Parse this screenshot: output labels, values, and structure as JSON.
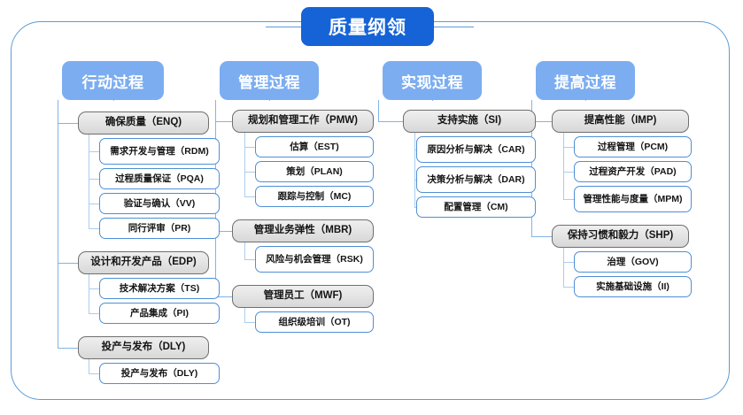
{
  "title": "质量纲领",
  "colors": {
    "frame_border": "#5b9bd5",
    "title_bg": "#1563d6",
    "column_header_bg": "#7cadf0",
    "group_border": "#6f6f6f",
    "leaf_border": "#4e8fd6",
    "connector": "#82b3e8"
  },
  "columns": [
    {
      "header": "行动过程",
      "groups": [
        {
          "label": "确保质量（ENQ)",
          "children": [
            "需求开发与管理（RDM)",
            "过程质量保证（PQA)",
            "验证与确认（VV)",
            "同行评审（PR)"
          ]
        },
        {
          "label": "设计和开发产品（EDP)",
          "children": [
            "技术解决方案（TS)",
            "产品集成（PI)"
          ]
        },
        {
          "label": "投产与发布（DLY)",
          "children": [
            "投产与发布（DLY)"
          ]
        }
      ]
    },
    {
      "header": "管理过程",
      "groups": [
        {
          "label": "规划和管理工作（PMW)",
          "children": [
            "估算（EST)",
            "策划（PLAN)",
            "跟踪与控制（MC)"
          ]
        },
        {
          "label": "管理业务弹性（MBR)",
          "children": [
            "风险与机会管理（RSK)"
          ]
        },
        {
          "label": "管理员工（MWF)",
          "children": [
            "组织级培训（OT)"
          ]
        }
      ]
    },
    {
      "header": "实现过程",
      "groups": [
        {
          "label": "支持实施（SI)",
          "children": [
            "原因分析与解决（CAR)",
            "决策分析与解决（DAR)",
            "配置管理（CM)"
          ]
        }
      ]
    },
    {
      "header": "提高过程",
      "groups": [
        {
          "label": "提高性能（IMP)",
          "children": [
            "过程管理（PCM)",
            "过程资产开发（PAD)",
            "管理性能与度量（MPM)"
          ]
        },
        {
          "label": "保持习惯和毅力（SHP)",
          "children": [
            "治理（GOV)",
            "实施基础设施（II)"
          ]
        }
      ]
    }
  ]
}
